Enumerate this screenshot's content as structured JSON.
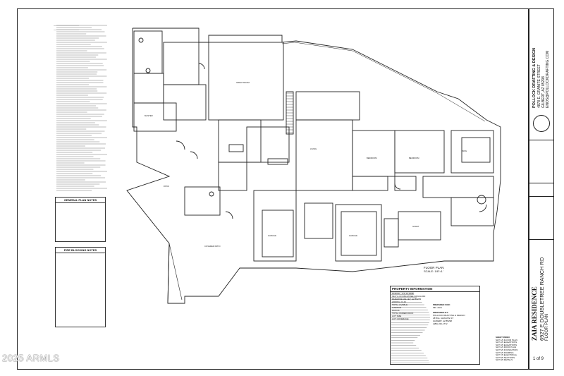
{
  "titleblock": {
    "firm_name": "POLLOCK DRAFTING & DESIGN",
    "firm_address": "4878 E. GRANITE STREET",
    "firm_city": "GILBERT, AZ 85298",
    "firm_web": "ENOS@POLLOCKDRAFTING.COM",
    "project_name": "ZAIA RESIDENCE",
    "project_address": "6927 E DOUBLETREE RANCH RD",
    "sheet_title": "FLOOR PLAN",
    "sheet_number": "1 of 9"
  },
  "plan": {
    "floor_plan_label": "FLOOR PLAN",
    "scale_label": "SCALE: 1/8\"=1'"
  },
  "general_notes": {
    "title": "GENERAL PLAN NOTES"
  },
  "fire_notes": {
    "title": "FIRE BLOCKING NOTES"
  },
  "property": {
    "title": "PROPERTY INFORMATION",
    "rows": [
      "PARCEL: 174-10-006B",
      "6927 E DOUBLETREE RANCH RD",
      "PARADISE VALLEY, AZ 85253",
      "ZONING: R-43",
      "",
      "TOTAL LIVABLE",
      "GARAGE",
      "PATIOS",
      "TOTAL UNDER ROOF",
      "",
      "LOT SIZE",
      "LOT COVERAGE"
    ]
  },
  "prepared_for": {
    "title": "PREPARED FOR:",
    "name": "MR. ZAIA"
  },
  "prepared_by": {
    "title": "PREPARED BY:",
    "lines": [
      "POLLOCK DRAFTING & DESIGN",
      "4878 E. GRANITE ST",
      "GILBERT, AZ 85298",
      "(480) 229-1772"
    ]
  },
  "sheet_index": {
    "title": "SHEET INDEX",
    "items": [
      "SHT 1/9 FLOOR PLAN",
      "SHT 2/9 ELEVATIONS",
      "SHT 3/9 ELEVATIONS",
      "SHT 4/9 ROOF PLAN",
      "SHT 5/9 FOUNDATION",
      "SHT 6/9 FRAMING",
      "SHT 7/9 ELECTRICAL",
      "SHT 8/9 SECTIONS",
      "SHT 9/9 DETAILS"
    ]
  },
  "copyright": "2025 ARMLS"
}
